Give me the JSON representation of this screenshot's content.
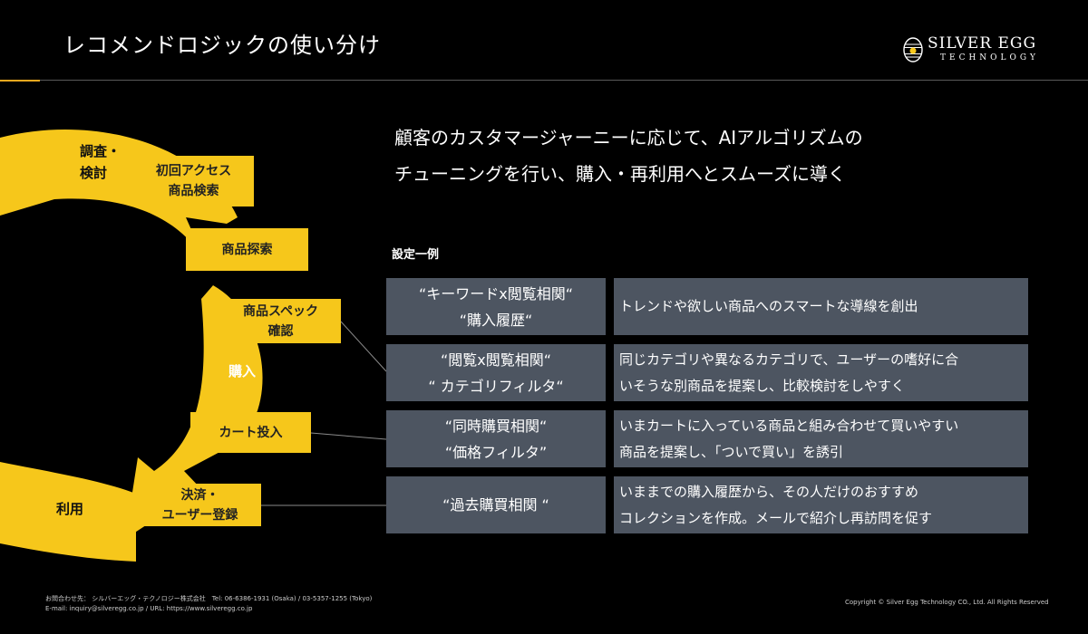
{
  "header": {
    "title": "レコメンドロジックの使い分け",
    "logo_main": "SILVER EGG",
    "logo_sub": "TECHNOLOGY"
  },
  "headline": {
    "line1": "顧客のカスタマージャーニーに応じて、AIアルゴリズムの",
    "line2": "チューニングを行い、購入・再利用へとスムーズに導く"
  },
  "section_label": "設定一例",
  "cycle": {
    "phase_research": [
      "調査・",
      "検討"
    ],
    "phase_purchase": "購入",
    "phase_use": "利用",
    "steps": [
      [
        "初回アクセス",
        "商品検索"
      ],
      [
        "商品探索"
      ],
      [
        "商品スペック",
        "確認"
      ],
      [
        "カート投入"
      ],
      [
        "決済・",
        "ユーザー登録"
      ]
    ]
  },
  "rows": [
    {
      "logic": [
        "“キーワードx閲覧相関“",
        "“購入履歴“"
      ],
      "desc": [
        "トレンドや欲しい商品へのスマートな導線を創出"
      ]
    },
    {
      "logic": [
        "“閲覧x閲覧相関“",
        "“ カテゴリフィルタ“"
      ],
      "desc": [
        "同じカテゴリや異なるカテゴリで、ユーザーの嗜好に合",
        "いそうな別商品を提案し、比較検討をしやすく"
      ]
    },
    {
      "logic": [
        "“同時購買相関“",
        "“価格フィルタ”"
      ],
      "desc": [
        "いまカートに入っている商品と組み合わせて買いやすい",
        "商品を提案し、「ついで買い」を誘引"
      ]
    },
    {
      "logic": [
        "“過去購買相関 “"
      ],
      "desc": [
        "いままでの購入履歴から、その人だけのおすすめ",
        "コレクションを作成。メールで紹介し再訪問を促す"
      ]
    }
  ],
  "footer": {
    "contact_line1": "お問合わせ先： シルバーエッグ・テクノロジー株式会社　Tel: 06-6386-1931 (Osaka) / 03-5357-1255 (Tokyo)",
    "contact_line2": "E-mail: inquiry@silveregg.co.jp / URL: https://www.silveregg.co.jp",
    "copyright": "Copyright © Silver Egg Technology CO., Ltd. All Rights Reserved"
  },
  "colors": {
    "accent_yellow": "#f6c71b",
    "cell_bg": "#4d5561",
    "orange_rule": "#f2a81e"
  }
}
